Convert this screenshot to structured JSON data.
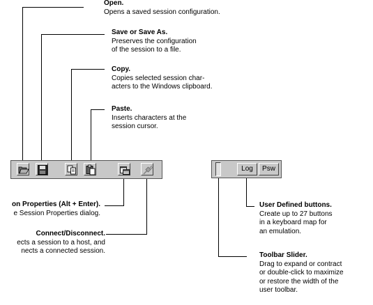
{
  "callouts": {
    "open": {
      "title": "Open.",
      "desc": "Opens a saved session configuration."
    },
    "save": {
      "title": "Save or Save As.",
      "desc": "Preserves the configuration\nof the session to a file."
    },
    "copy": {
      "title": "Copy.",
      "desc": "Copies selected session char-\nacters to the Windows clipboard."
    },
    "paste": {
      "title": "Paste.",
      "desc": "Inserts characters at the\nsession cursor."
    },
    "props": {
      "title": "on Properties (Alt + Enter).",
      "desc": "e Session Properties dialog."
    },
    "connect": {
      "title": "Connect/Disconnect.",
      "desc": "ects a session to a host, and\nnects a connected session."
    },
    "user": {
      "title": "User Defined buttons.",
      "desc": "Create up to 27 buttons\nin a keyboard map for\nan emulation."
    },
    "slider": {
      "title": "Toolbar Slider.",
      "desc": "Drag to expand or contract\nor double-click to maximize\nor restore the width of the\nuser toolbar."
    }
  },
  "user_toolbar": {
    "log_label": "Log",
    "psw_label": "Psw"
  },
  "icons": [
    "open-folder-icon",
    "save-disk-icon",
    "copy-icon",
    "paste-icon",
    "properties-icon",
    "connect-icon"
  ]
}
